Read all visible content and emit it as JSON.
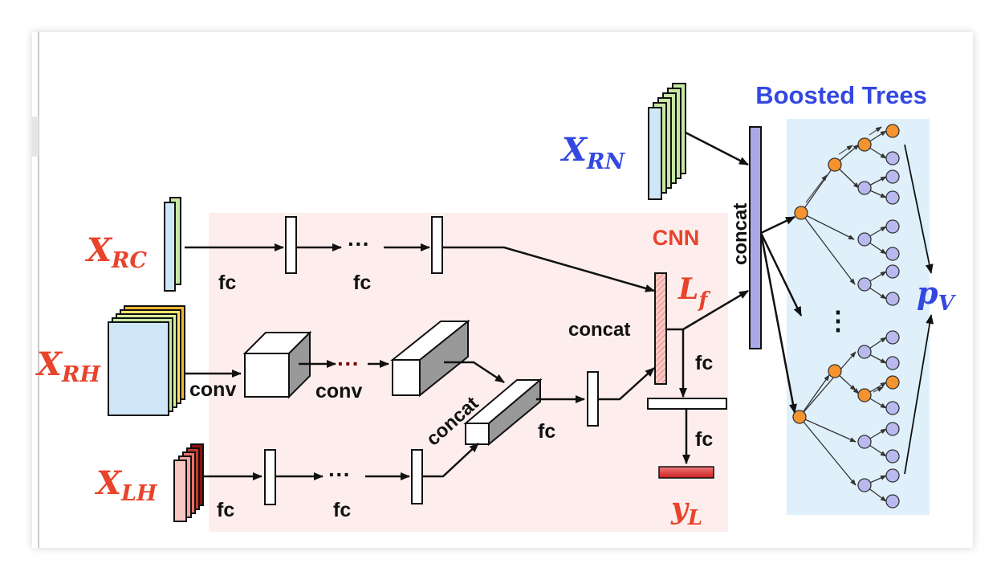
{
  "inputs": {
    "x_rc": {
      "main": "X",
      "sub": "RC"
    },
    "x_rh": {
      "main": "X",
      "sub": "RH"
    },
    "x_lh": {
      "main": "X",
      "sub": "LH"
    },
    "x_rn": {
      "main": "X",
      "sub": "RN"
    }
  },
  "labels": {
    "fc": "fc",
    "conv": "conv",
    "concat": "concat",
    "ellipsis": "···",
    "cnn": "CNN",
    "boosted_trees": "Boosted Trees",
    "vertical_dots": "⋮"
  },
  "outputs": {
    "l_f": {
      "main": "L",
      "sub": "f"
    },
    "y_l": {
      "main": "y",
      "sub": "L"
    },
    "p_v": {
      "main": "p",
      "sub": "V"
    }
  },
  "colors": {
    "red_label": "#e8432b",
    "blue_label": "#3348e0",
    "cnn_region": "#fdeeed",
    "trees_region": "#dff0fb",
    "orange_node": "#f4932f",
    "lavender_node": "#b9b9ef",
    "concat_bar": "#a9a9ea",
    "ellipsis_color": "#7a0000"
  }
}
